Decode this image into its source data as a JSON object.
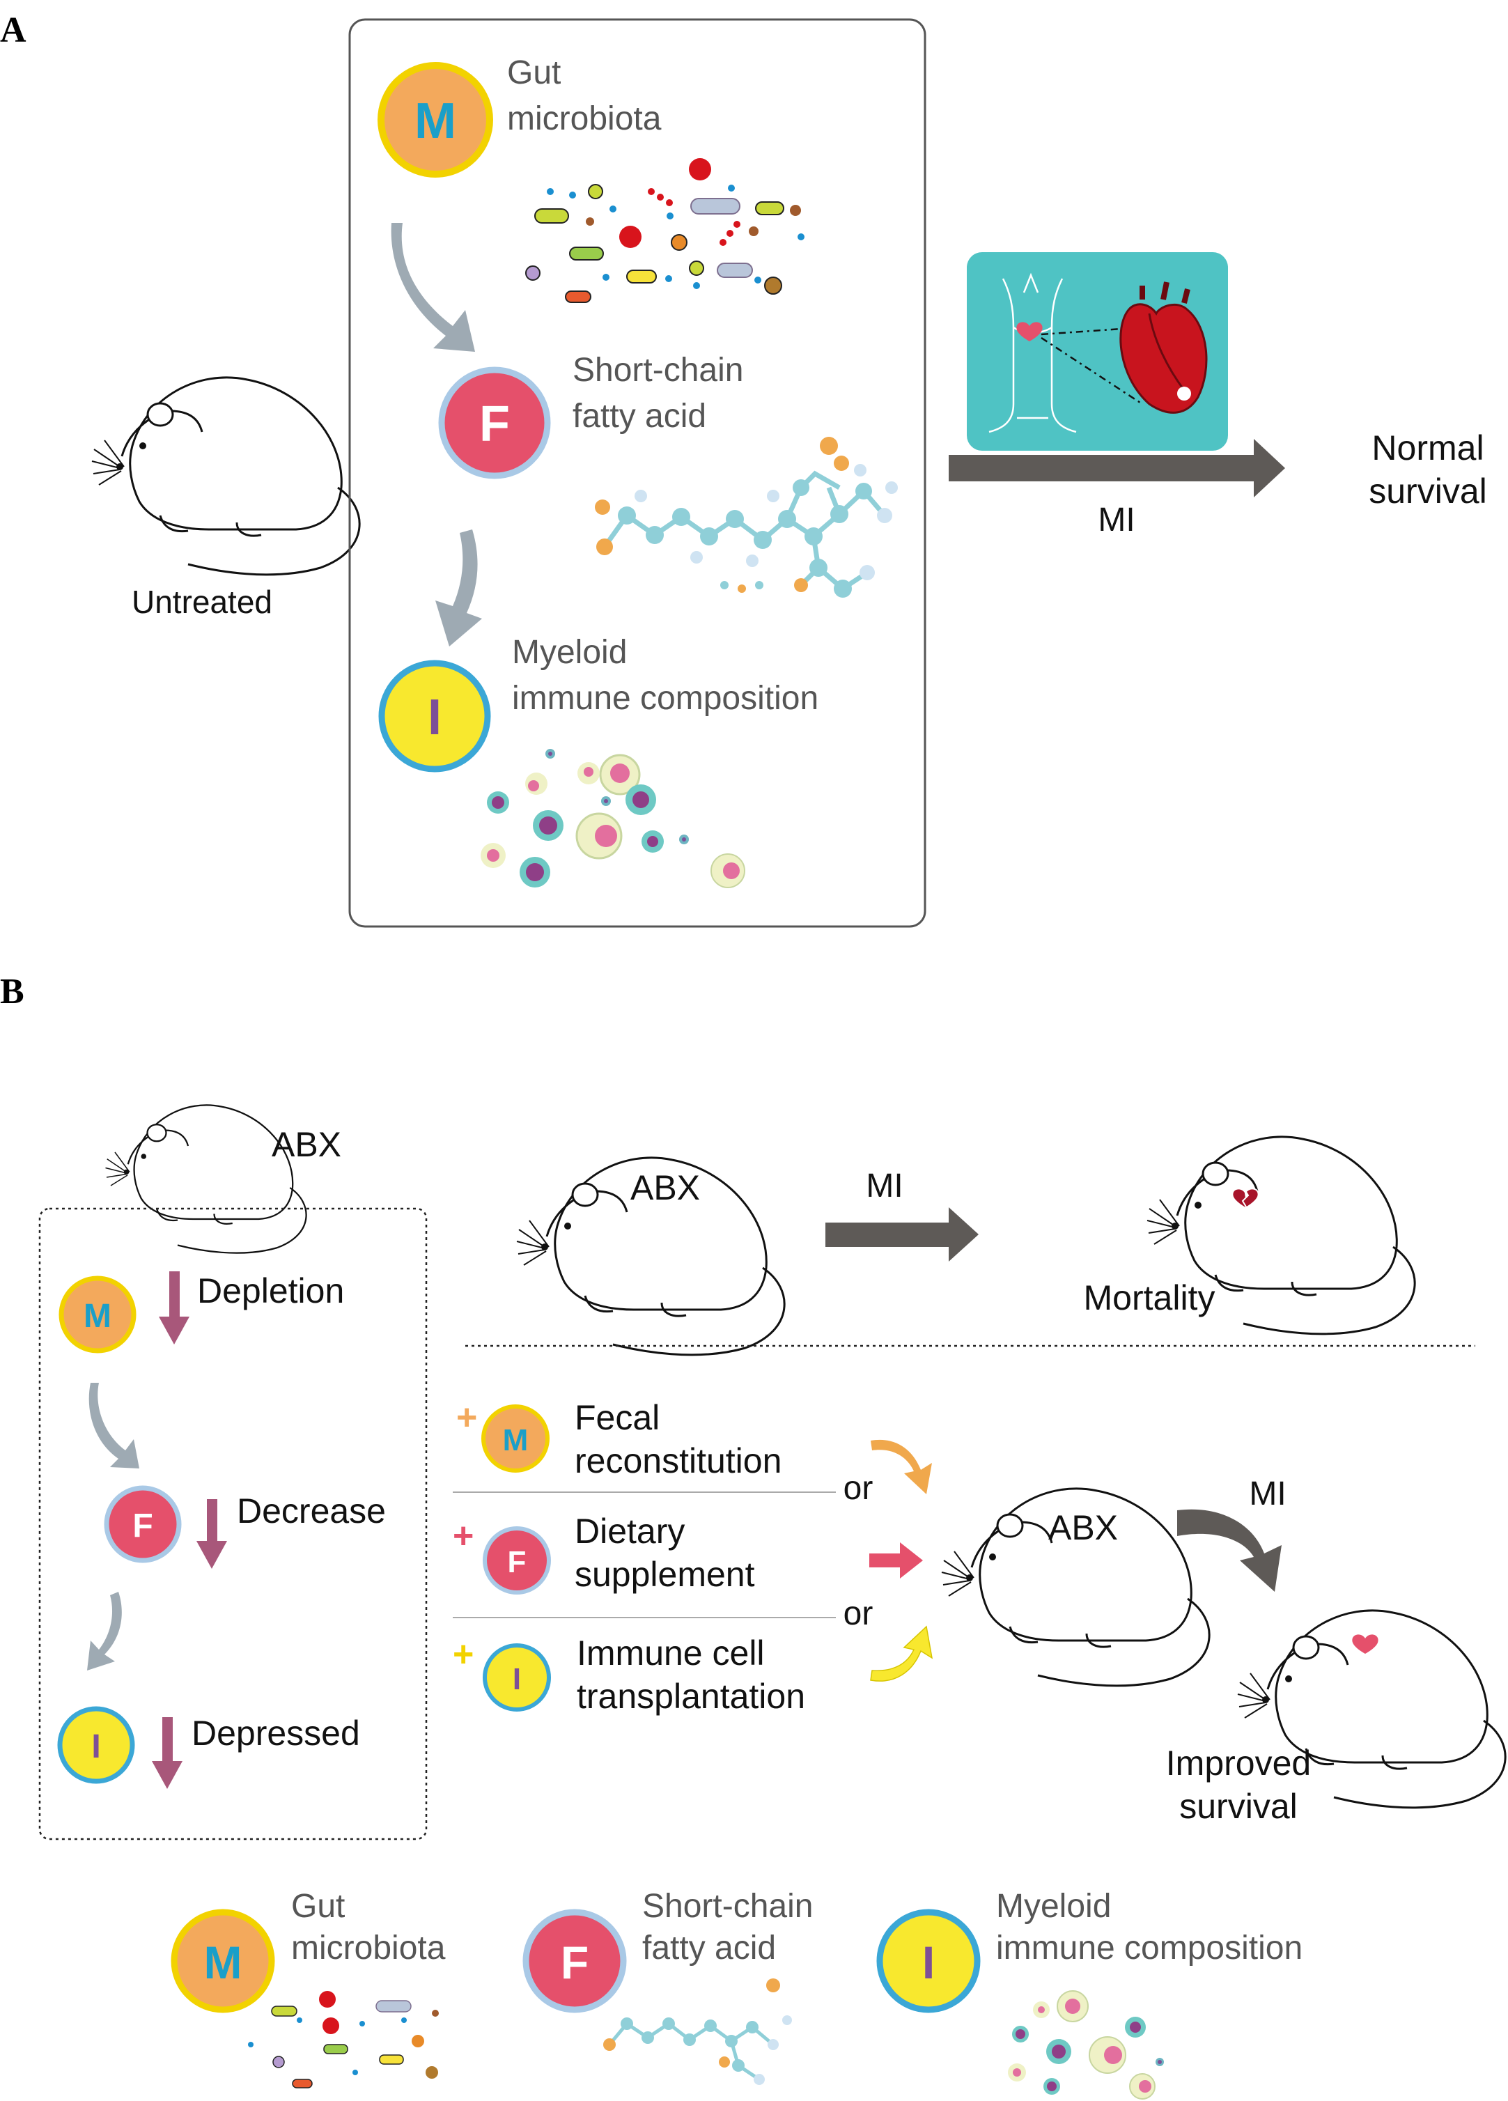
{
  "panels": {
    "a": "A",
    "b": "B"
  },
  "colors": {
    "microbiota_fill": "#F3A95C",
    "microbiota_ring": "#F2D200",
    "microbiota_letter": "#1A9FC9",
    "scfa_fill": "#E5506B",
    "scfa_ring": "#A9C9E6",
    "scfa_letter": "#FFFFFF",
    "immune_fill": "#F8E82E",
    "immune_ring": "#3BA7D6",
    "immune_letter": "#7D4F97",
    "arrow_dark": "#5E5A57",
    "arrow_gray": "#9EAAB3",
    "arrow_purple": "#A8577A",
    "teal_box": "#4FC3C4"
  },
  "factors": {
    "microbiota": {
      "letter": "M",
      "label_line1": "Gut",
      "label_line2": "microbiota"
    },
    "scfa": {
      "letter": "F",
      "label_line1": "Short-chain",
      "label_line2": "fatty acid"
    },
    "immune": {
      "letter": "I",
      "label_line1": "Myeloid",
      "label_line2": "immune composition"
    }
  },
  "panel_a": {
    "untreated_label": "Untreated",
    "mi_label": "MI",
    "outcome_line1": "Normal",
    "outcome_line2": "survival"
  },
  "panel_b": {
    "abx_label": "ABX",
    "effects": {
      "microbiota": "Depletion",
      "scfa": "Decrease",
      "immune": "Depressed"
    },
    "mi_label": "MI",
    "mortality_label": "Mortality",
    "plus_sign": "+",
    "rescues": {
      "fecal_line1": "Fecal",
      "fecal_line2": "reconstitution",
      "diet_line1": "Dietary",
      "diet_line2": "supplement",
      "immune_line1": "Immune cell",
      "immune_line2": "transplantation"
    },
    "or_label": "or",
    "outcome_line1": "Improved",
    "outcome_line2": "survival"
  }
}
